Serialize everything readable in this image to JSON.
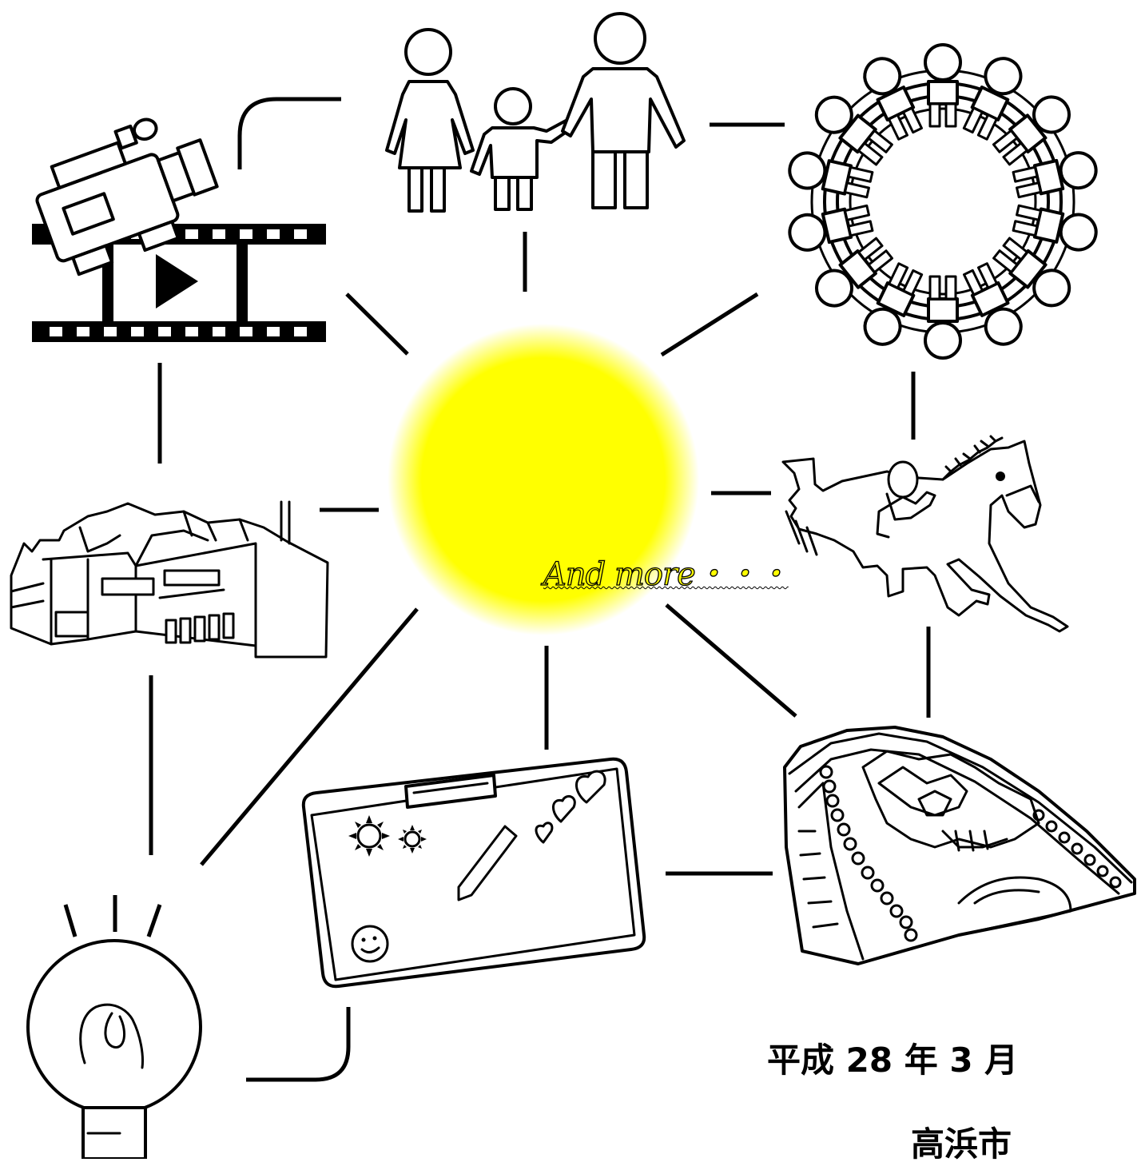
{
  "center": {
    "caption": "And more・・・",
    "glow_color": "#ffff00"
  },
  "footer": {
    "date": "平成 28 年 3 月",
    "city": "高浜市"
  },
  "icons": [
    "video-camera-film-icon",
    "family-icon",
    "people-ring-icon",
    "horse-rider-icon",
    "factory-building-icon",
    "tablet-drawing-icon",
    "ornate-arch-icon",
    "light-bulb-icon"
  ]
}
